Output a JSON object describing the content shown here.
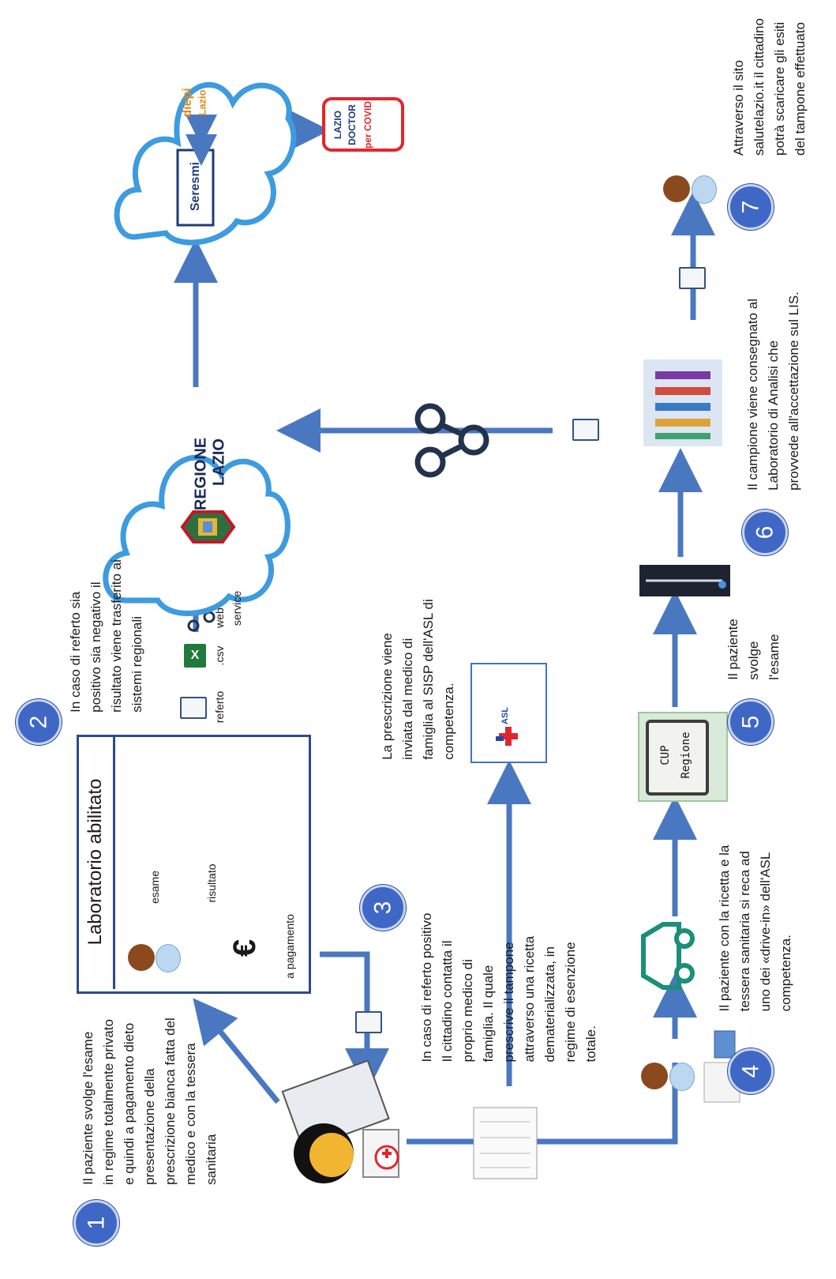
{
  "steps": {
    "s1": {
      "number": "1",
      "text": [
        "Il paziente svolge l'esame",
        "in regime totalmente privato",
        "e quindi a pagamento dieto",
        "presentazione della",
        "prescrizione bianca fatta del",
        "medico e con la tessera",
        "sanitaria"
      ]
    },
    "s2": {
      "number": "2",
      "text": [
        "In caso di referto sia",
        "positivo sia negativo il",
        "risultato viene trasferito ai",
        "sistemi regionali"
      ]
    },
    "s3": {
      "number": "3",
      "text": [
        "In caso di referto positivo",
        "Il cittadino contatta il",
        "proprio medico di",
        "famiglia. Il quale",
        "prescrive il tampone",
        "attraverso una ricetta",
        "dematerializzata, in",
        "regime di esenzione",
        "totale."
      ]
    },
    "s3b": {
      "text": [
        "La prescrizione viene",
        "inviata dal medico di",
        "famiglia al SISP dell'ASL di",
        "competenza."
      ]
    },
    "s4": {
      "number": "4",
      "text": [
        "Il paziente con la ricetta e la",
        "tessera sanitaria si reca ad",
        "uno dei «drive-in» dell'ASL",
        "competenza."
      ]
    },
    "s5": {
      "number": "5",
      "text": [
        "Il paziente",
        "svolge",
        "l'esame"
      ]
    },
    "s6": {
      "number": "6",
      "text": [
        "Il campione viene consegnato al",
        "Laboratorio di Analisi che",
        "provvede all'accettazione sul LIS."
      ]
    },
    "s7": {
      "number": "7",
      "text": [
        "Attraverso il sito",
        "salutelazio.it il cittadino",
        "potrà scaricare gli esiti",
        "del tampone effettuato"
      ]
    }
  },
  "lab": {
    "title": "Laboratorio abilitato",
    "esame": "esame",
    "risultato": "risultato",
    "euro": "€",
    "pagamento": "a pagamento"
  },
  "transfer": {
    "referto": "referto",
    "csv": ".csv",
    "web": "web",
    "service": "service",
    "excel_letter": "X"
  },
  "regione": {
    "line1": "REGIONE",
    "line2": "LAZIO"
  },
  "cloud2": {
    "seresmi": "Seresmi",
    "diepi1": "diepi",
    "diepi2": "Lazio"
  },
  "lazio_doctor": {
    "l1": "LAZIO",
    "l2": "DOCTOR",
    "l3": "per COVID"
  },
  "asl": {
    "label": "ASL"
  },
  "cup": {
    "l1": "CUP",
    "l2": "Regione"
  },
  "colors": {
    "arrow": "#4a78c0",
    "badge": "#3f67c6",
    "cloud": "#3d9be0",
    "frame": "#2e4a8a",
    "red": "#e3262d"
  }
}
